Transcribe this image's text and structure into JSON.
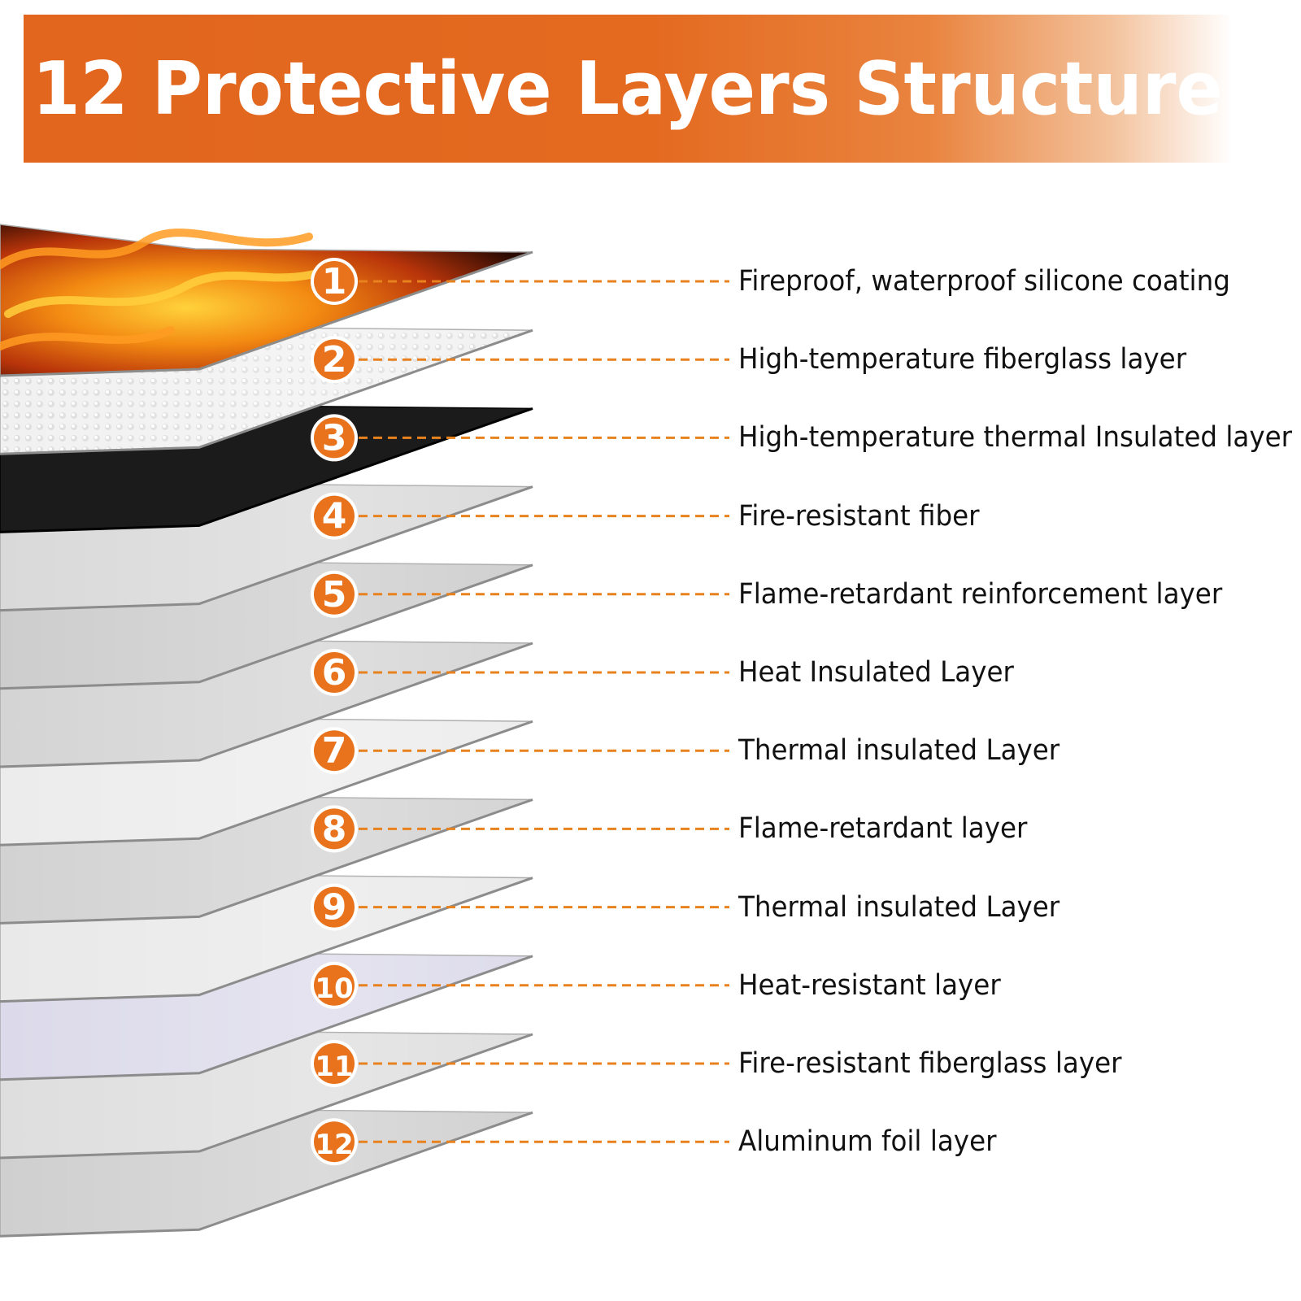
{
  "title": "12 Protective Layers Structure",
  "colors": {
    "accent": "#e8731c",
    "banner_start": "#e2661e",
    "leader": "#e8821f",
    "text": "#111111"
  },
  "layers": [
    {
      "number": "1",
      "label": "Fireproof, waterproof silicone coating",
      "material": "flame-print",
      "fill": "#1a0a04"
    },
    {
      "number": "2",
      "label": "High-temperature fiberglass layer",
      "material": "textured-white",
      "fill": "#efefef"
    },
    {
      "number": "3",
      "label": "High-temperature thermal Insulated layer",
      "material": "black",
      "fill": "#1b1b1b"
    },
    {
      "number": "4",
      "label": "Fire-resistant fiber",
      "material": "light-gray",
      "fill": "#d9d9d9"
    },
    {
      "number": "5",
      "label": "Flame-retardant reinforcement layer",
      "material": "gray",
      "fill": "#cdcdcd"
    },
    {
      "number": "6",
      "label": "Heat Insulated Layer",
      "material": "gray",
      "fill": "#d4d4d4"
    },
    {
      "number": "7",
      "label": "Thermal insulated Layer",
      "material": "off-white",
      "fill": "#ececec"
    },
    {
      "number": "8",
      "label": "Flame-retardant layer",
      "material": "gray",
      "fill": "#d2d2d2"
    },
    {
      "number": "9",
      "label": "Thermal insulated Layer",
      "material": "off-white",
      "fill": "#e9e9e9"
    },
    {
      "number": "10",
      "label": "Heat-resistant layer",
      "material": "lavender",
      "fill": "#dcdaea"
    },
    {
      "number": "11",
      "label": "Fire-resistant fiberglass layer",
      "material": "light-gray",
      "fill": "#dedede"
    },
    {
      "number": "12",
      "label": "Aluminum foil layer",
      "material": "foil",
      "fill": "#cfcfcf"
    }
  ]
}
